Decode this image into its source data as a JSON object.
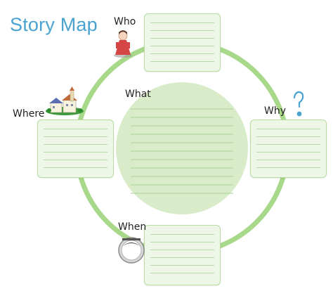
{
  "title": "Story Map",
  "labels": {
    "who": "Who",
    "what": "What",
    "where": "Where",
    "why": "Why",
    "when": "When"
  },
  "icons": {
    "who": "person-icon",
    "where": "house-icon",
    "why": "question-mark-icon",
    "when": "clock-icon"
  },
  "colors": {
    "title": "#4aa2cf",
    "ring": "#a8d88a",
    "box_fill": "#eef7e7",
    "box_border": "#b8dca2",
    "center_fill": "#d8ecc9",
    "question_mark": "#4aa2cf",
    "person": "#d64545"
  }
}
